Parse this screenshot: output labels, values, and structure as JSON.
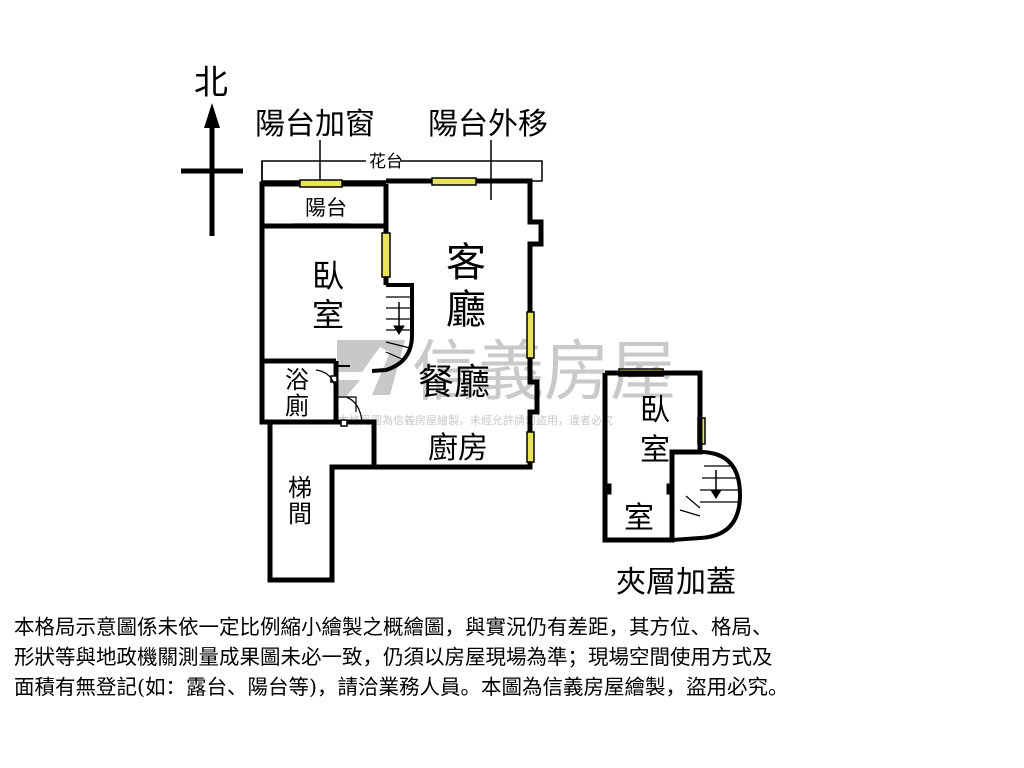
{
  "compass": {
    "north": "北"
  },
  "annotations": {
    "balcony_window": "陽台加窗",
    "balcony_moved_out": "陽台外移",
    "loft_addition": "夾層加蓋"
  },
  "rooms": {
    "planter": "花台",
    "balcony": "陽台",
    "bedroom_main_1": "臥",
    "bedroom_main_2": "室",
    "living_1": "客",
    "living_2": "廳",
    "dining": "餐廳",
    "bath_1": "浴",
    "bath_2": "廁",
    "kitchen": "廚房",
    "stair_1": "梯",
    "stair_2": "間",
    "loft_bedroom_1": "臥",
    "loft_bedroom_2": "室",
    "loft_room": "室"
  },
  "watermark": {
    "brand": "信義房屋",
    "small": "本格局圖為信義房屋繪製，未經允許請勿盜用，違者必究"
  },
  "disclaimer": [
    "本格局示意圖係未依一定比例縮小繪製之概繪圖，與實況仍有差距，其方位、格局、",
    "形狀等與地政機關測量成果圖未必一致，仍須以房屋現場為準；現場空間使用方式及",
    "面積有無登記(如：露台、陽台等)，請洽業務人員。本圖為信義房屋繪製，盜用必究。"
  ],
  "colors": {
    "wall": "#000000",
    "window": "#e8e35a",
    "watermark": "#c9c9c9"
  }
}
